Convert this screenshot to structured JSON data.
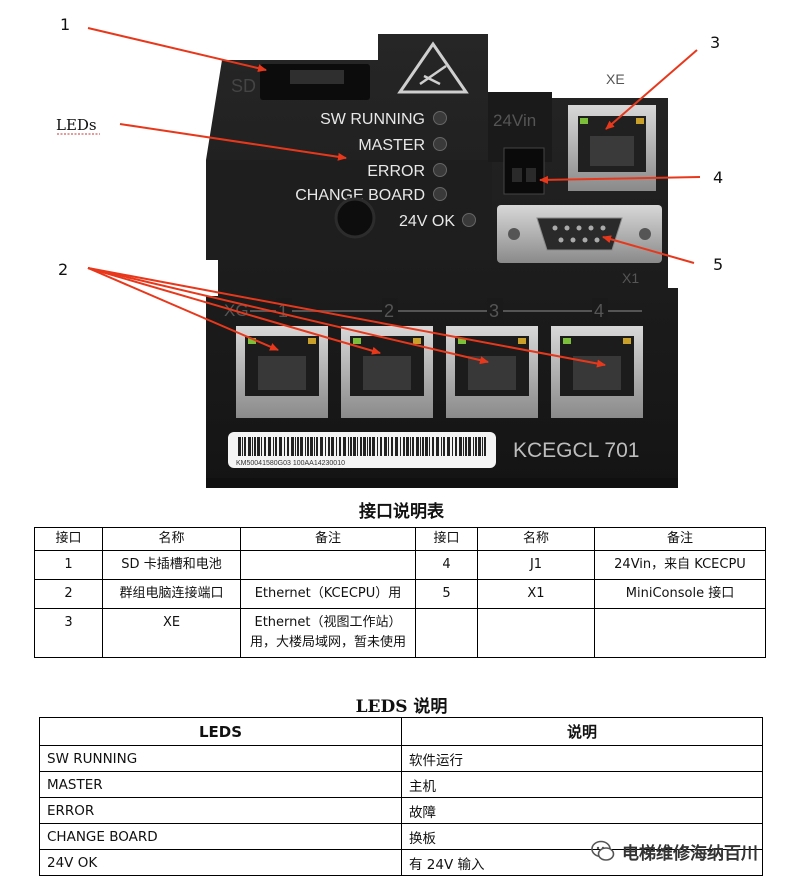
{
  "photo": {
    "callouts": [
      "1",
      "LEDs",
      "2",
      "3",
      "4",
      "5"
    ],
    "device_labels": {
      "sd": "SD",
      "vin": "24Vin",
      "xe": "XE",
      "x1": "X1",
      "xg": "XG",
      "ports": [
        "1",
        "2",
        "3",
        "4"
      ],
      "model": "KCEGCL  701",
      "barcode": "KM50041580G03 100AA14230010"
    },
    "leds": [
      "SW RUNNING",
      "MASTER",
      "ERROR",
      "CHANGE BOARD",
      "24V OK"
    ]
  },
  "table1": {
    "title": "接口说明表",
    "headers": [
      "接口",
      "名称",
      "备注",
      "接口",
      "名称",
      "备注"
    ],
    "rows": [
      [
        "1",
        "SD 卡插槽和电池",
        "",
        "4",
        "J1",
        "24Vin，来自 KCECPU"
      ],
      [
        "2",
        "群组电脑连接端口",
        "Ethernet（KCECPU）用",
        "5",
        "X1",
        "MiniConsole 接口"
      ],
      [
        "3",
        "XE",
        "Ethernet（视图工作站）用，大楼局域网，暂未使用",
        "",
        "",
        ""
      ]
    ]
  },
  "table2": {
    "title": "LEDS 说明",
    "headers": [
      "LEDS",
      "说明"
    ],
    "rows": [
      [
        "SW RUNNING",
        "软件运行"
      ],
      [
        "MASTER",
        "主机"
      ],
      [
        "ERROR",
        "故障"
      ],
      [
        "CHANGE BOARD",
        "换板"
      ],
      [
        "24V OK",
        "有 24V 输入"
      ]
    ]
  },
  "watermark": "电梯维修海纳百川",
  "colors": {
    "arrow": "#e8381c",
    "device": "#1c1c1c",
    "led": "#555555"
  }
}
